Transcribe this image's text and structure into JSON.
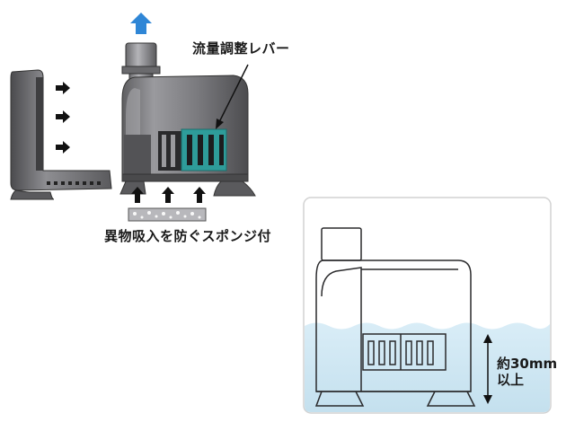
{
  "labels": {
    "flow_lever": "流量調整レバー",
    "sponge": "異物吸入を防ぐスポンジ付",
    "depth_line1": "約30mm",
    "depth_line2": "以上"
  },
  "colors": {
    "pump_body": "#7d7d80",
    "pump_dark": "#4a4a4c",
    "lever_teal": "#2e9c9a",
    "water": "#cfe6f2",
    "outflow_arrow": "#2f86d6",
    "arrow": "#111111"
  },
  "icons": {
    "outflow": "arrow-up-icon",
    "intake": "arrow-right-icon",
    "suction": "arrow-up-icon"
  }
}
